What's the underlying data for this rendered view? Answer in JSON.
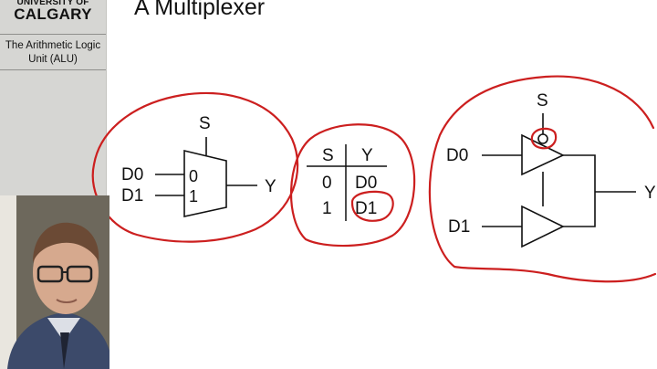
{
  "sidebar": {
    "logo_top": "UNIVERSITY OF",
    "logo_main": "CALGARY",
    "section_title": "The Arithmetic Logic Unit (ALU)"
  },
  "slide": {
    "title": "A Multiplexer"
  },
  "mux_symbol": {
    "select": "S",
    "input0": "D0",
    "input1": "D1",
    "port0": "0",
    "port1": "1",
    "output": "Y"
  },
  "truth_table": {
    "headers": [
      "S",
      "Y"
    ],
    "rows": [
      [
        "0",
        "D0"
      ],
      [
        "1",
        "D1"
      ]
    ]
  },
  "tristate_circuit": {
    "select": "S",
    "input0": "D0",
    "input1": "D1",
    "output": "Y"
  },
  "annotation_color": "#cc1f1f"
}
